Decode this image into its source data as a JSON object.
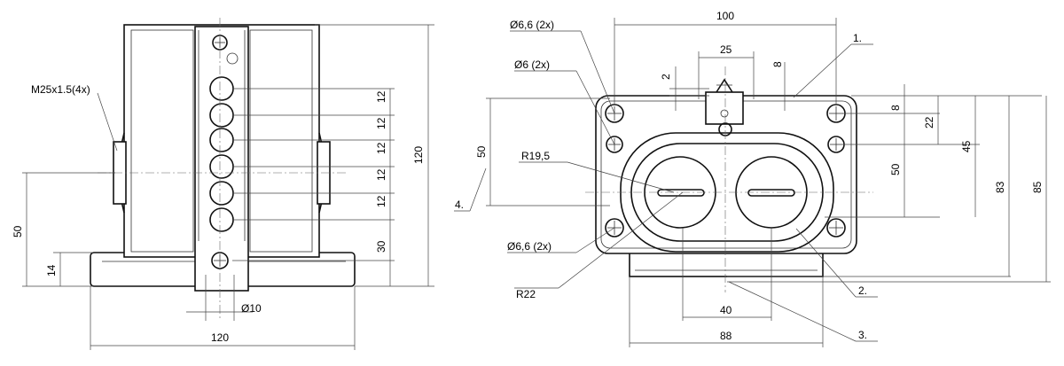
{
  "left_view": {
    "thread_label": "M25x1.5(4x)",
    "dim_pitch": "12",
    "dim_height": "120",
    "dim_side": "50",
    "dim_base": "14",
    "dim_lower": "30",
    "dim_hole_dia": "Ø10",
    "dim_width": "120"
  },
  "right_view": {
    "hole_top_label": "Ø6,6 (2x)",
    "hole_mid_label": "Ø6 (2x)",
    "radius_label": "R19,5",
    "hole_bottom_label": "Ø6,6 (2x)",
    "radius_outer_label": "R22",
    "dim_100": "100",
    "dim_25": "25",
    "dim_2": "2",
    "dim_8_top": "8",
    "dim_8_right": "8",
    "dim_22": "22",
    "dim_45": "45",
    "dim_50_right": "50",
    "dim_83": "83",
    "dim_85": "85",
    "dim_50_left": "50",
    "dim_40": "40",
    "dim_88": "88",
    "callouts": [
      "1.",
      "2.",
      "3.",
      "4."
    ]
  }
}
